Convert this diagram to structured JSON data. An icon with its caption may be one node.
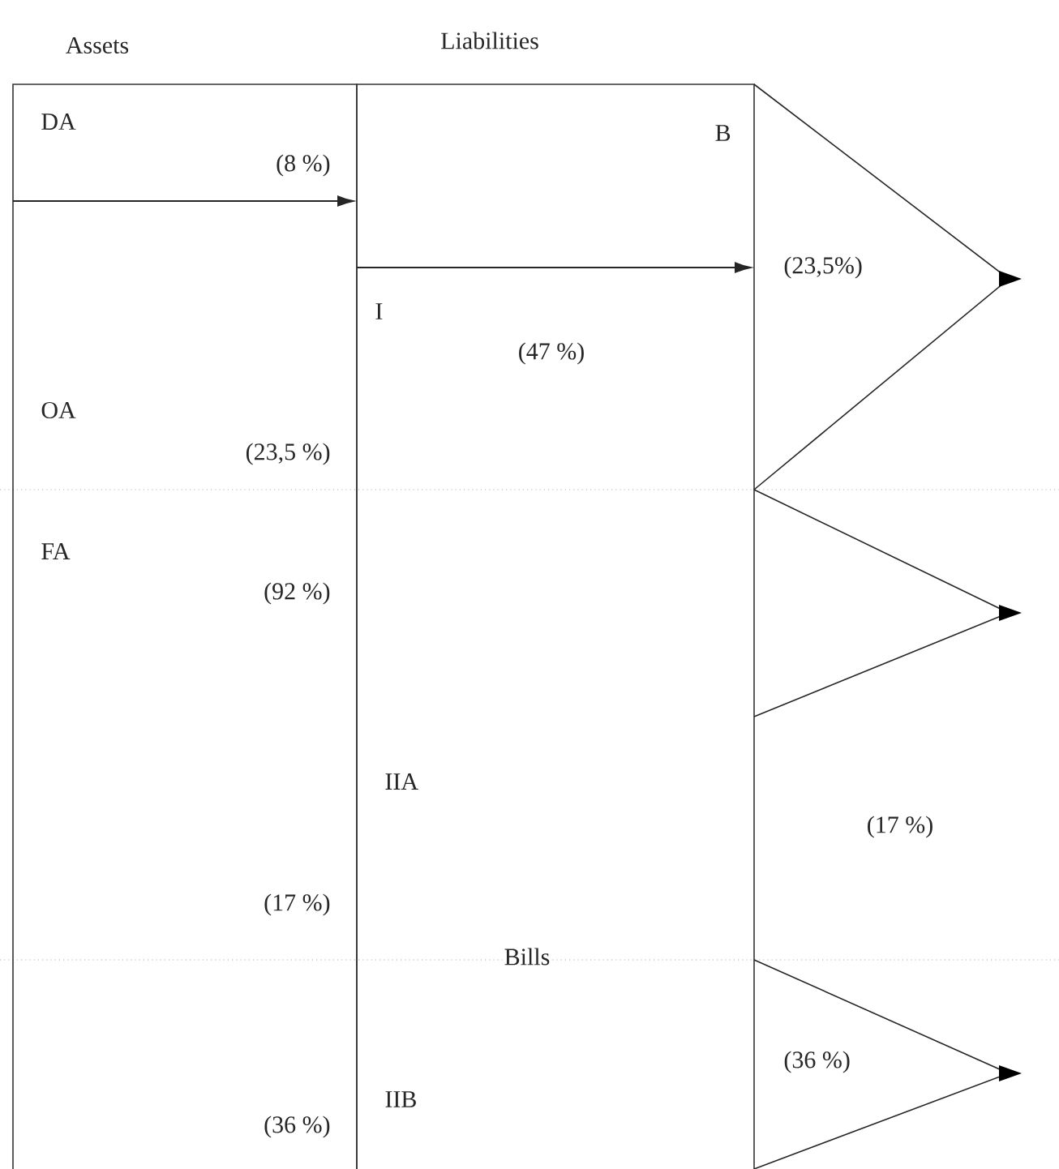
{
  "diagram": {
    "nodes": [
      {
        "text": [
          "DA",
          "(8 %)"
        ]
      },
      {
        "text": [
          "B"
        ]
      },
      {
        "text": [
          "I",
          "(47 %)"
        ]
      },
      {
        "text": [
          "OA",
          "(23,5 %)"
        ]
      },
      {
        "text": [
          "FA",
          "(92 %)",
          "(17 %)"
        ]
      },
      {
        "text": [
          "IIA"
        ]
      },
      {
        "text": [
          "(23,5%)"
        ]
      },
      {
        "text": [],
        "shape": "triangle"
      },
      {
        "text": [
          "(36 %)"
        ]
      },
      {
        "text": [
          "IIB"
        ]
      },
      {
        "text": [
          "(36 %)"
        ]
      }
    ],
    "edges": [
      {
        "from": 0,
        "to": 1,
        "arrow": "to"
      },
      {
        "from": 1,
        "to": 6,
        "arrow": "to"
      }
    ],
    "labels": [
      "Assets",
      "Liabilities",
      "(17 %)",
      "Bills"
    ]
  }
}
